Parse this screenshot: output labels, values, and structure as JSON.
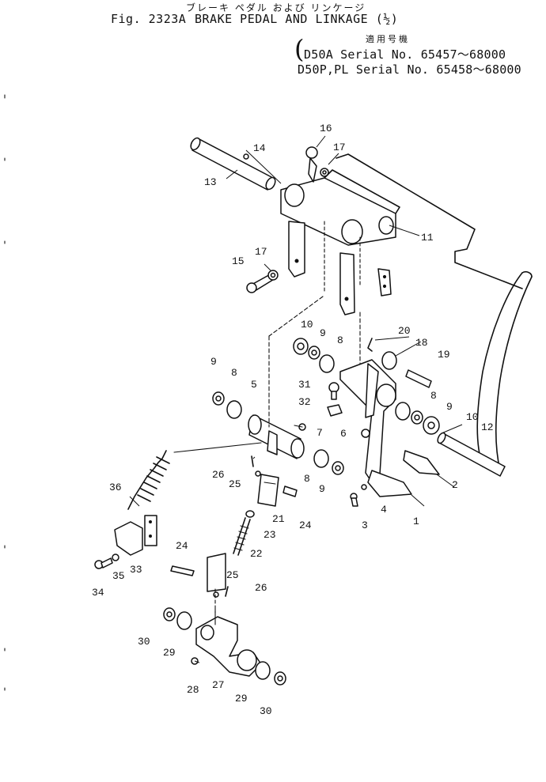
{
  "header": {
    "japanese_title": "ブレーキ ペダル および リンケージ",
    "figure_number": "Fig. 2323A",
    "title": "BRAKE PEDAL AND LINKAGE (½)",
    "applicable_models_label": "適用号機",
    "serial_lines": [
      "D50A      Serial No. 65457～68000",
      "D50P,PL  Serial No. 65458～68000"
    ]
  },
  "callouts": [
    {
      "id": "c-16a",
      "text": "16"
    },
    {
      "id": "c-14",
      "text": "14"
    },
    {
      "id": "c-17a",
      "text": "17"
    },
    {
      "id": "c-13",
      "text": "13"
    },
    {
      "id": "c-11",
      "text": "11"
    },
    {
      "id": "c-15",
      "text": "15"
    },
    {
      "id": "c-17b",
      "text": "17"
    },
    {
      "id": "c-10a",
      "text": "10"
    },
    {
      "id": "c-9a",
      "text": "9"
    },
    {
      "id": "c-8a",
      "text": "8"
    },
    {
      "id": "c-20",
      "text": "20"
    },
    {
      "id": "c-18",
      "text": "18"
    },
    {
      "id": "c-19",
      "text": "19"
    },
    {
      "id": "c-9b",
      "text": "9"
    },
    {
      "id": "c-8b",
      "text": "8"
    },
    {
      "id": "c-5",
      "text": "5"
    },
    {
      "id": "c-31",
      "text": "31"
    },
    {
      "id": "c-32",
      "text": "32"
    },
    {
      "id": "c-8c",
      "text": "8"
    },
    {
      "id": "c-9c",
      "text": "9"
    },
    {
      "id": "c-10b",
      "text": "10"
    },
    {
      "id": "c-12",
      "text": "12"
    },
    {
      "id": "c-7",
      "text": "7"
    },
    {
      "id": "c-6",
      "text": "6"
    },
    {
      "id": "c-26a",
      "text": "26"
    },
    {
      "id": "c-25a",
      "text": "25"
    },
    {
      "id": "c-36",
      "text": "36"
    },
    {
      "id": "c-8d",
      "text": "8"
    },
    {
      "id": "c-9d",
      "text": "9"
    },
    {
      "id": "c-2",
      "text": "2"
    },
    {
      "id": "c-21",
      "text": "21"
    },
    {
      "id": "c-4",
      "text": "4"
    },
    {
      "id": "c-1",
      "text": "1"
    },
    {
      "id": "c-24a",
      "text": "24"
    },
    {
      "id": "c-3",
      "text": "3"
    },
    {
      "id": "c-23",
      "text": "23"
    },
    {
      "id": "c-24b",
      "text": "24"
    },
    {
      "id": "c-22",
      "text": "22"
    },
    {
      "id": "c-33",
      "text": "33"
    },
    {
      "id": "c-35",
      "text": "35"
    },
    {
      "id": "c-34",
      "text": "34"
    },
    {
      "id": "c-25b",
      "text": "25"
    },
    {
      "id": "c-26b",
      "text": "26"
    },
    {
      "id": "c-30a",
      "text": "30"
    },
    {
      "id": "c-29a",
      "text": "29"
    },
    {
      "id": "c-28",
      "text": "28"
    },
    {
      "id": "c-27",
      "text": "27"
    },
    {
      "id": "c-29b",
      "text": "29"
    },
    {
      "id": "c-30b",
      "text": "30"
    }
  ]
}
